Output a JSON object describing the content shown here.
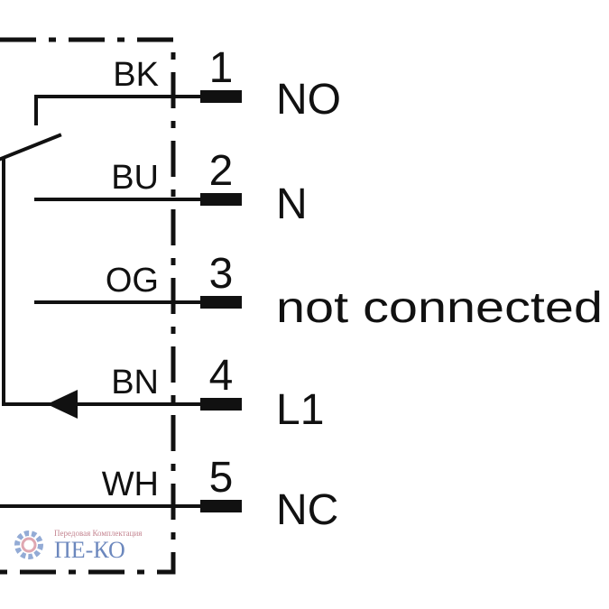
{
  "pins": [
    {
      "number": "1",
      "color_code": "BK",
      "signal": "NO"
    },
    {
      "number": "2",
      "color_code": "BU",
      "signal": "N"
    },
    {
      "number": "3",
      "color_code": "OG",
      "signal": "not connected"
    },
    {
      "number": "4",
      "color_code": "BN",
      "signal": "L1"
    },
    {
      "number": "5",
      "color_code": "WH",
      "signal": "NC"
    }
  ],
  "watermark": {
    "tagline": "Передовая Комплектация",
    "name": "ПЕ-КО",
    "gear_icon": "gear-icon"
  },
  "colors": {
    "line": "#111111",
    "watermark_gear": "#6f8fc8",
    "watermark_text": "#3a5fa8",
    "watermark_tagline": "#b05a6a"
  }
}
